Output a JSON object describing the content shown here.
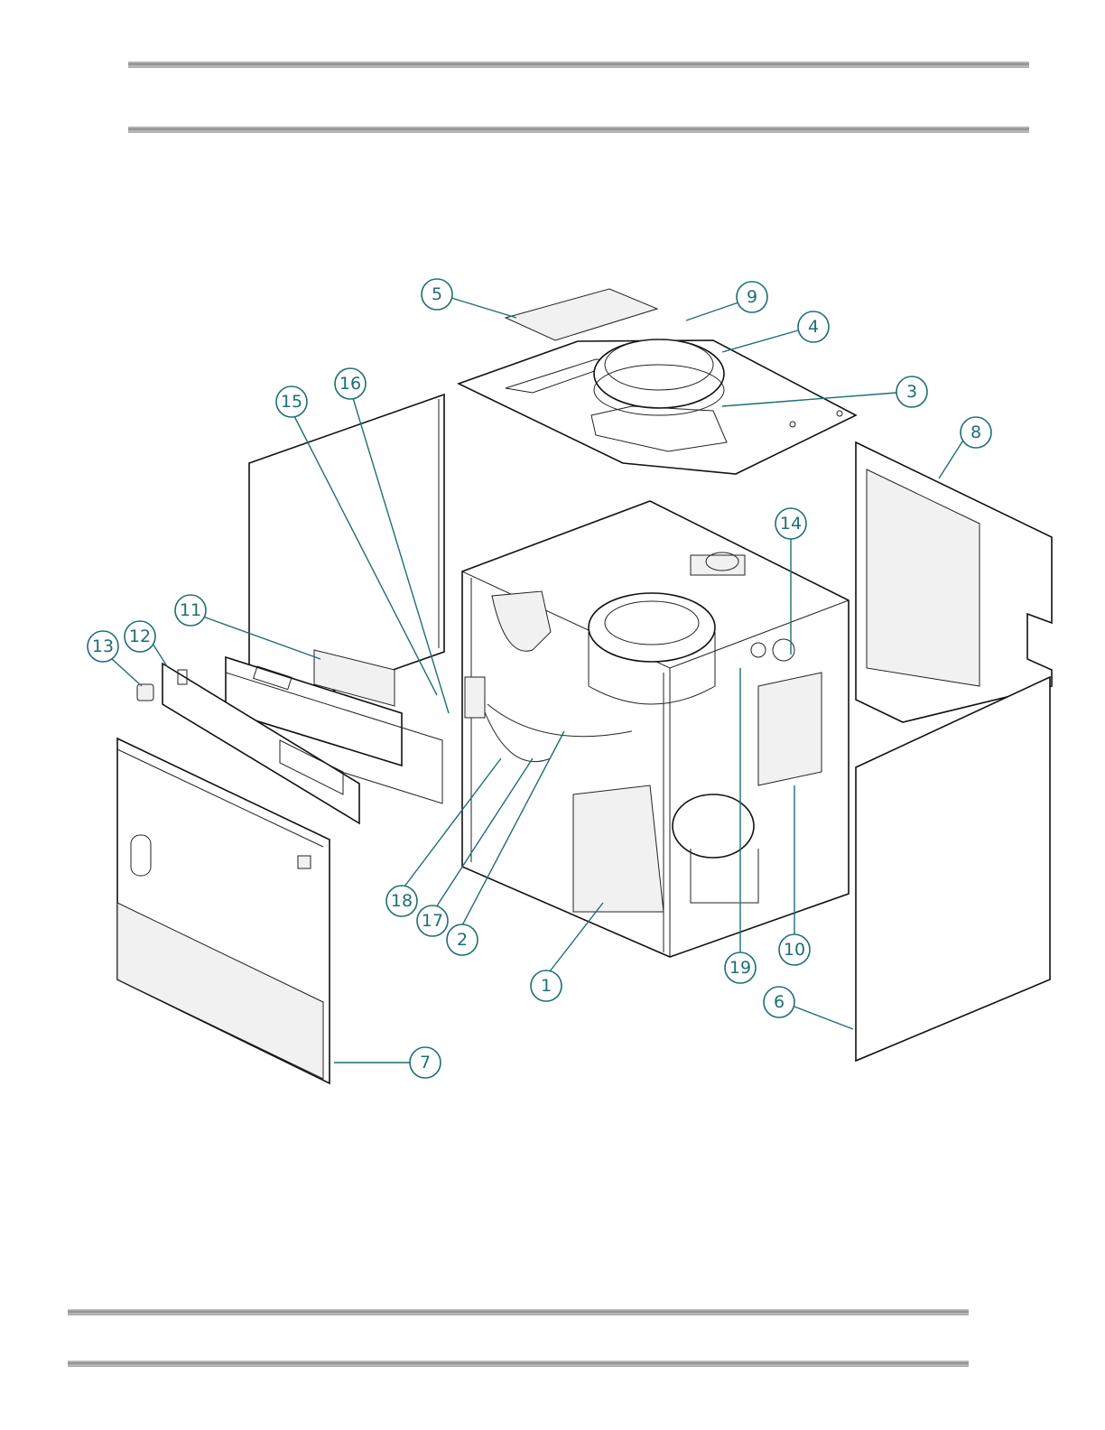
{
  "callouts": [
    {
      "label": "1"
    },
    {
      "label": "2"
    },
    {
      "label": "3"
    },
    {
      "label": "4"
    },
    {
      "label": "5"
    },
    {
      "label": "6"
    },
    {
      "label": "7"
    },
    {
      "label": "8"
    },
    {
      "label": "9"
    },
    {
      "label": "10"
    },
    {
      "label": "11"
    },
    {
      "label": "12"
    },
    {
      "label": "13"
    },
    {
      "label": "14"
    },
    {
      "label": "15"
    },
    {
      "label": "16"
    },
    {
      "label": "17"
    },
    {
      "label": "18"
    },
    {
      "label": "19"
    }
  ],
  "colors": {
    "callout": "#1d6f73",
    "line": "#111111",
    "rule": "#8a8a8a"
  }
}
